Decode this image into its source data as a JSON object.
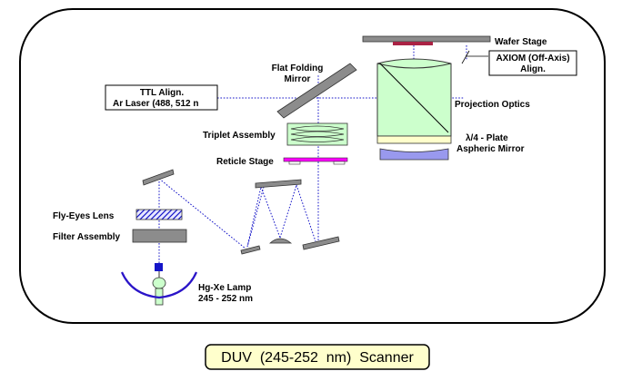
{
  "labels": {
    "wafer_stage": "Wafer Stage",
    "axiom_1": "AXIOM (Off-Axis)",
    "axiom_2": "Align.",
    "flat_mirror_1": "Flat Folding",
    "flat_mirror_2": "Mirror",
    "ttl_1": "TTL Align.",
    "ttl_2": "Ar Laser (488, 512 n",
    "projection_optics": "Projection Optics",
    "triplet_assembly": "Triplet Assembly",
    "lambda_plate": "λ/4 - Plate",
    "aspheric_mirror": "Aspheric Mirror",
    "reticle_stage": "Reticle Stage",
    "fly_eyes_lens": "Fly-Eyes Lens",
    "filter_assembly": "Filter Assembly",
    "lamp_1": "Hg-Xe Lamp",
    "lamp_2": "245 - 252 nm"
  },
  "caption": "DUV  (245-252  nm)  Scanner",
  "colors": {
    "beam": "#1515c8",
    "optics_fill": "#ccffcc",
    "plate_fill": "#ffffcc",
    "mirror_fill": "#9999ee",
    "reticle": "#ff00ff",
    "wafer_chuck": "#aa2244",
    "lamp": "#ccffcc",
    "lamp_reflector": "#2a14c8",
    "caption_bg": "#ffffcc"
  }
}
